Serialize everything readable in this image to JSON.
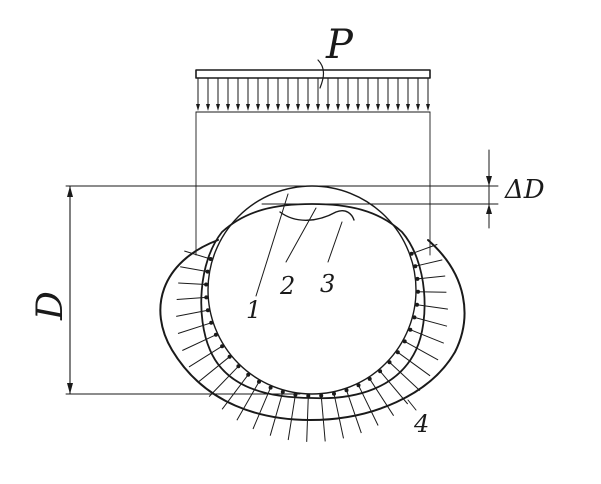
{
  "labels": {
    "load": "P",
    "delta": "ΔD",
    "diameter": "D",
    "callout_1": "1",
    "callout_2": "2",
    "callout_3": "3",
    "callout_4": "4"
  },
  "colors": {
    "ink": "#1a1a1a",
    "background": "#ffffff"
  }
}
